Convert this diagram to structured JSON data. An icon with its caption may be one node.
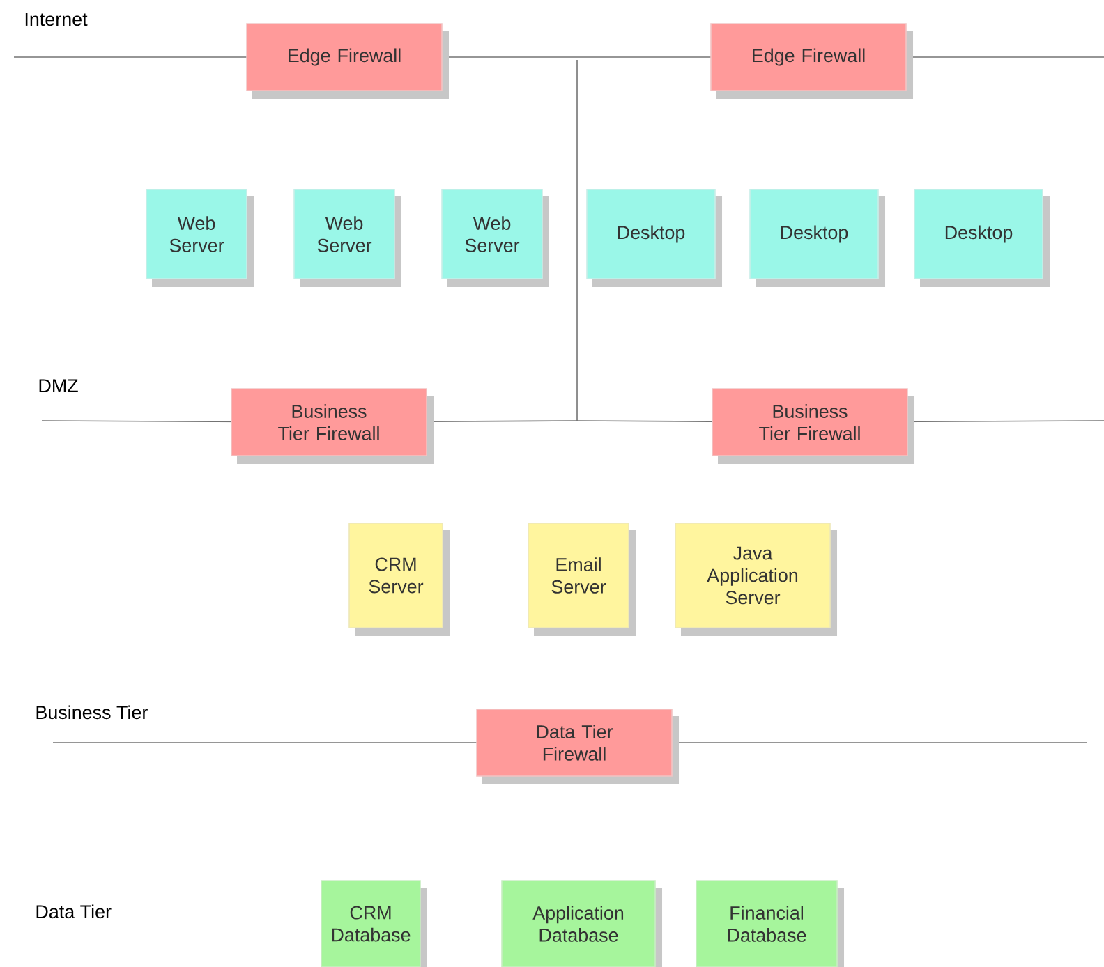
{
  "diagram": {
    "nodes": [
      {
        "text": [
          "Edge Firewall"
        ]
      },
      {
        "text": [
          "Edge Firewall"
        ]
      },
      {
        "text": [
          "Web Server"
        ]
      },
      {
        "text": [
          "Web Server"
        ]
      },
      {
        "text": [
          "Web Server"
        ]
      },
      {
        "text": [
          "Desktop"
        ]
      },
      {
        "text": [
          "Desktop"
        ]
      },
      {
        "text": [
          "Desktop"
        ]
      },
      {
        "text": [
          "Business Tier Firewall"
        ]
      },
      {
        "text": [
          "Business Tier Firewall"
        ]
      },
      {
        "text": [
          "CRM Server"
        ]
      },
      {
        "text": [
          "Email Server"
        ]
      },
      {
        "text": [
          "Java Application Server"
        ]
      },
      {
        "text": [
          "Data Tier Firewall"
        ]
      },
      {
        "text": [
          "CRM Database"
        ]
      },
      {
        "text": [
          "Application Database"
        ]
      },
      {
        "text": [
          "Financial Database"
        ]
      }
    ],
    "edges": [
      {
        "from": null,
        "to": 0,
        "arrow": "none"
      },
      {
        "from": 0,
        "to": 1,
        "arrow": "none"
      },
      {
        "from": 1,
        "to": null,
        "arrow": "none"
      },
      {
        "from": null,
        "to": 8,
        "arrow": "none"
      },
      {
        "from": 8,
        "to": 9,
        "arrow": "none"
      },
      {
        "from": 9,
        "to": null,
        "arrow": "none"
      },
      {
        "from": null,
        "to": 13,
        "arrow": "none"
      },
      {
        "from": 13,
        "to": null,
        "arrow": "none"
      }
    ],
    "labels": [
      "Internet",
      "DMZ",
      "Business Tier",
      "Data Tier"
    ]
  }
}
